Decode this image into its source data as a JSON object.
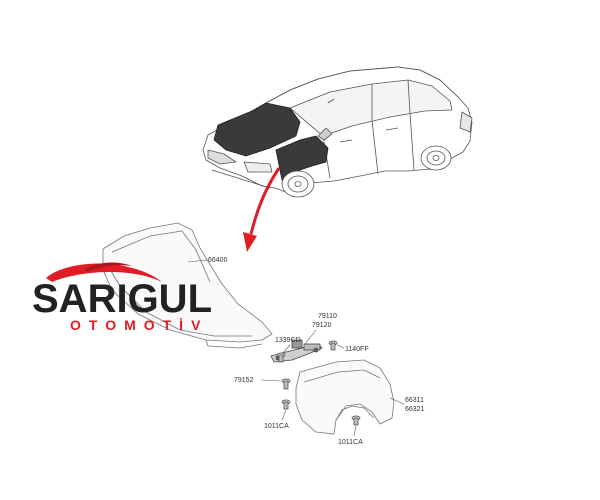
{
  "logo": {
    "brand": "SARIGUL",
    "subtitle": "OTOMOTİV",
    "accent_color": "#e01c24",
    "text_color": "#222222"
  },
  "callouts": {
    "hood": "66400",
    "hinge_upper": "79110",
    "hinge_lower": "79120",
    "hinge_bolt_left": "1339CD",
    "hinge_bolt_right": "1140FF",
    "bolt_79152": "79152",
    "fender_left_code": "66311",
    "fender_right_code": "66321",
    "clip_left": "1011CA",
    "clip_right": "1011CA"
  },
  "arrow_color": "#e01c24",
  "highlight_color": "#3a3a3a"
}
